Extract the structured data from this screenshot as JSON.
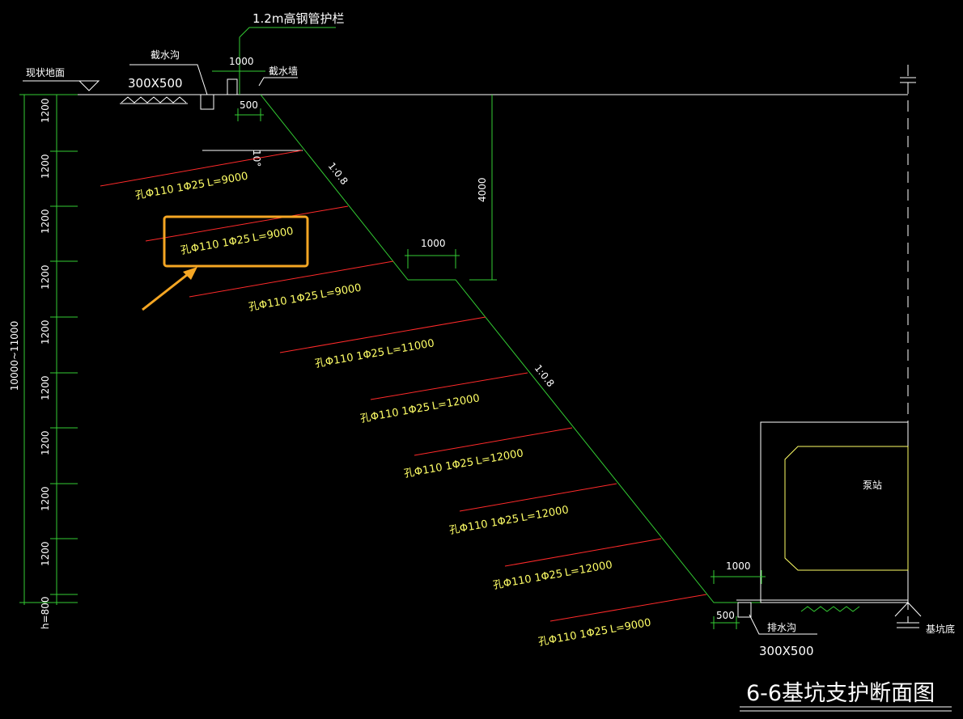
{
  "title": "6-6基坑支护断面图",
  "labels": {
    "existing_ground": "现状地面",
    "interceptor_ditch": "截水沟",
    "interceptor_ditch_size": "300X500",
    "railing": "1.2m高钢管护栏",
    "railing_offset": "1000",
    "cutoff_wall": "截水墙",
    "top_setback": "500",
    "slope_ratio_upper": "1:0.8",
    "slope_ratio_lower": "1:0.8",
    "berm_width": "1000",
    "upper_height": "4000",
    "anchor_angle": "10°",
    "total_depth": "10000~11000",
    "bottom_dim": "h=800",
    "pump_station": "泵站",
    "pit_bottom": "基坑底",
    "drain_ditch": "排水沟",
    "drain_ditch_size": "300X500",
    "toe_width": "1000",
    "toe_setback": "500"
  },
  "row_spacing": [
    "1200",
    "1200",
    "1200",
    "1200",
    "1200",
    "1200",
    "1200",
    "1200",
    "1200"
  ],
  "anchors": [
    {
      "hole": "孔Φ110",
      "bar": "1Φ25",
      "length": "L=9000"
    },
    {
      "hole": "孔Φ110",
      "bar": "1Φ25",
      "length": "L=9000"
    },
    {
      "hole": "孔Φ110",
      "bar": "1Φ25",
      "length": "L=9000"
    },
    {
      "hole": "孔Φ110",
      "bar": "1Φ25",
      "length": "L=11000"
    },
    {
      "hole": "孔Φ110",
      "bar": "1Φ25",
      "length": "L=12000"
    },
    {
      "hole": "孔Φ110",
      "bar": "1Φ25",
      "length": "L=12000"
    },
    {
      "hole": "孔Φ110",
      "bar": "1Φ25",
      "length": "L=12000"
    },
    {
      "hole": "孔Φ110",
      "bar": "1Φ25",
      "length": "L=12000"
    },
    {
      "hole": "孔Φ110",
      "bar": "1Φ25",
      "length": "L=9000"
    }
  ],
  "highlight_color": "#f5a623",
  "colors": {
    "line": "#33cc33",
    "text": "#ffff66",
    "anchor": "#ff2a2a",
    "bg": "#000000"
  }
}
